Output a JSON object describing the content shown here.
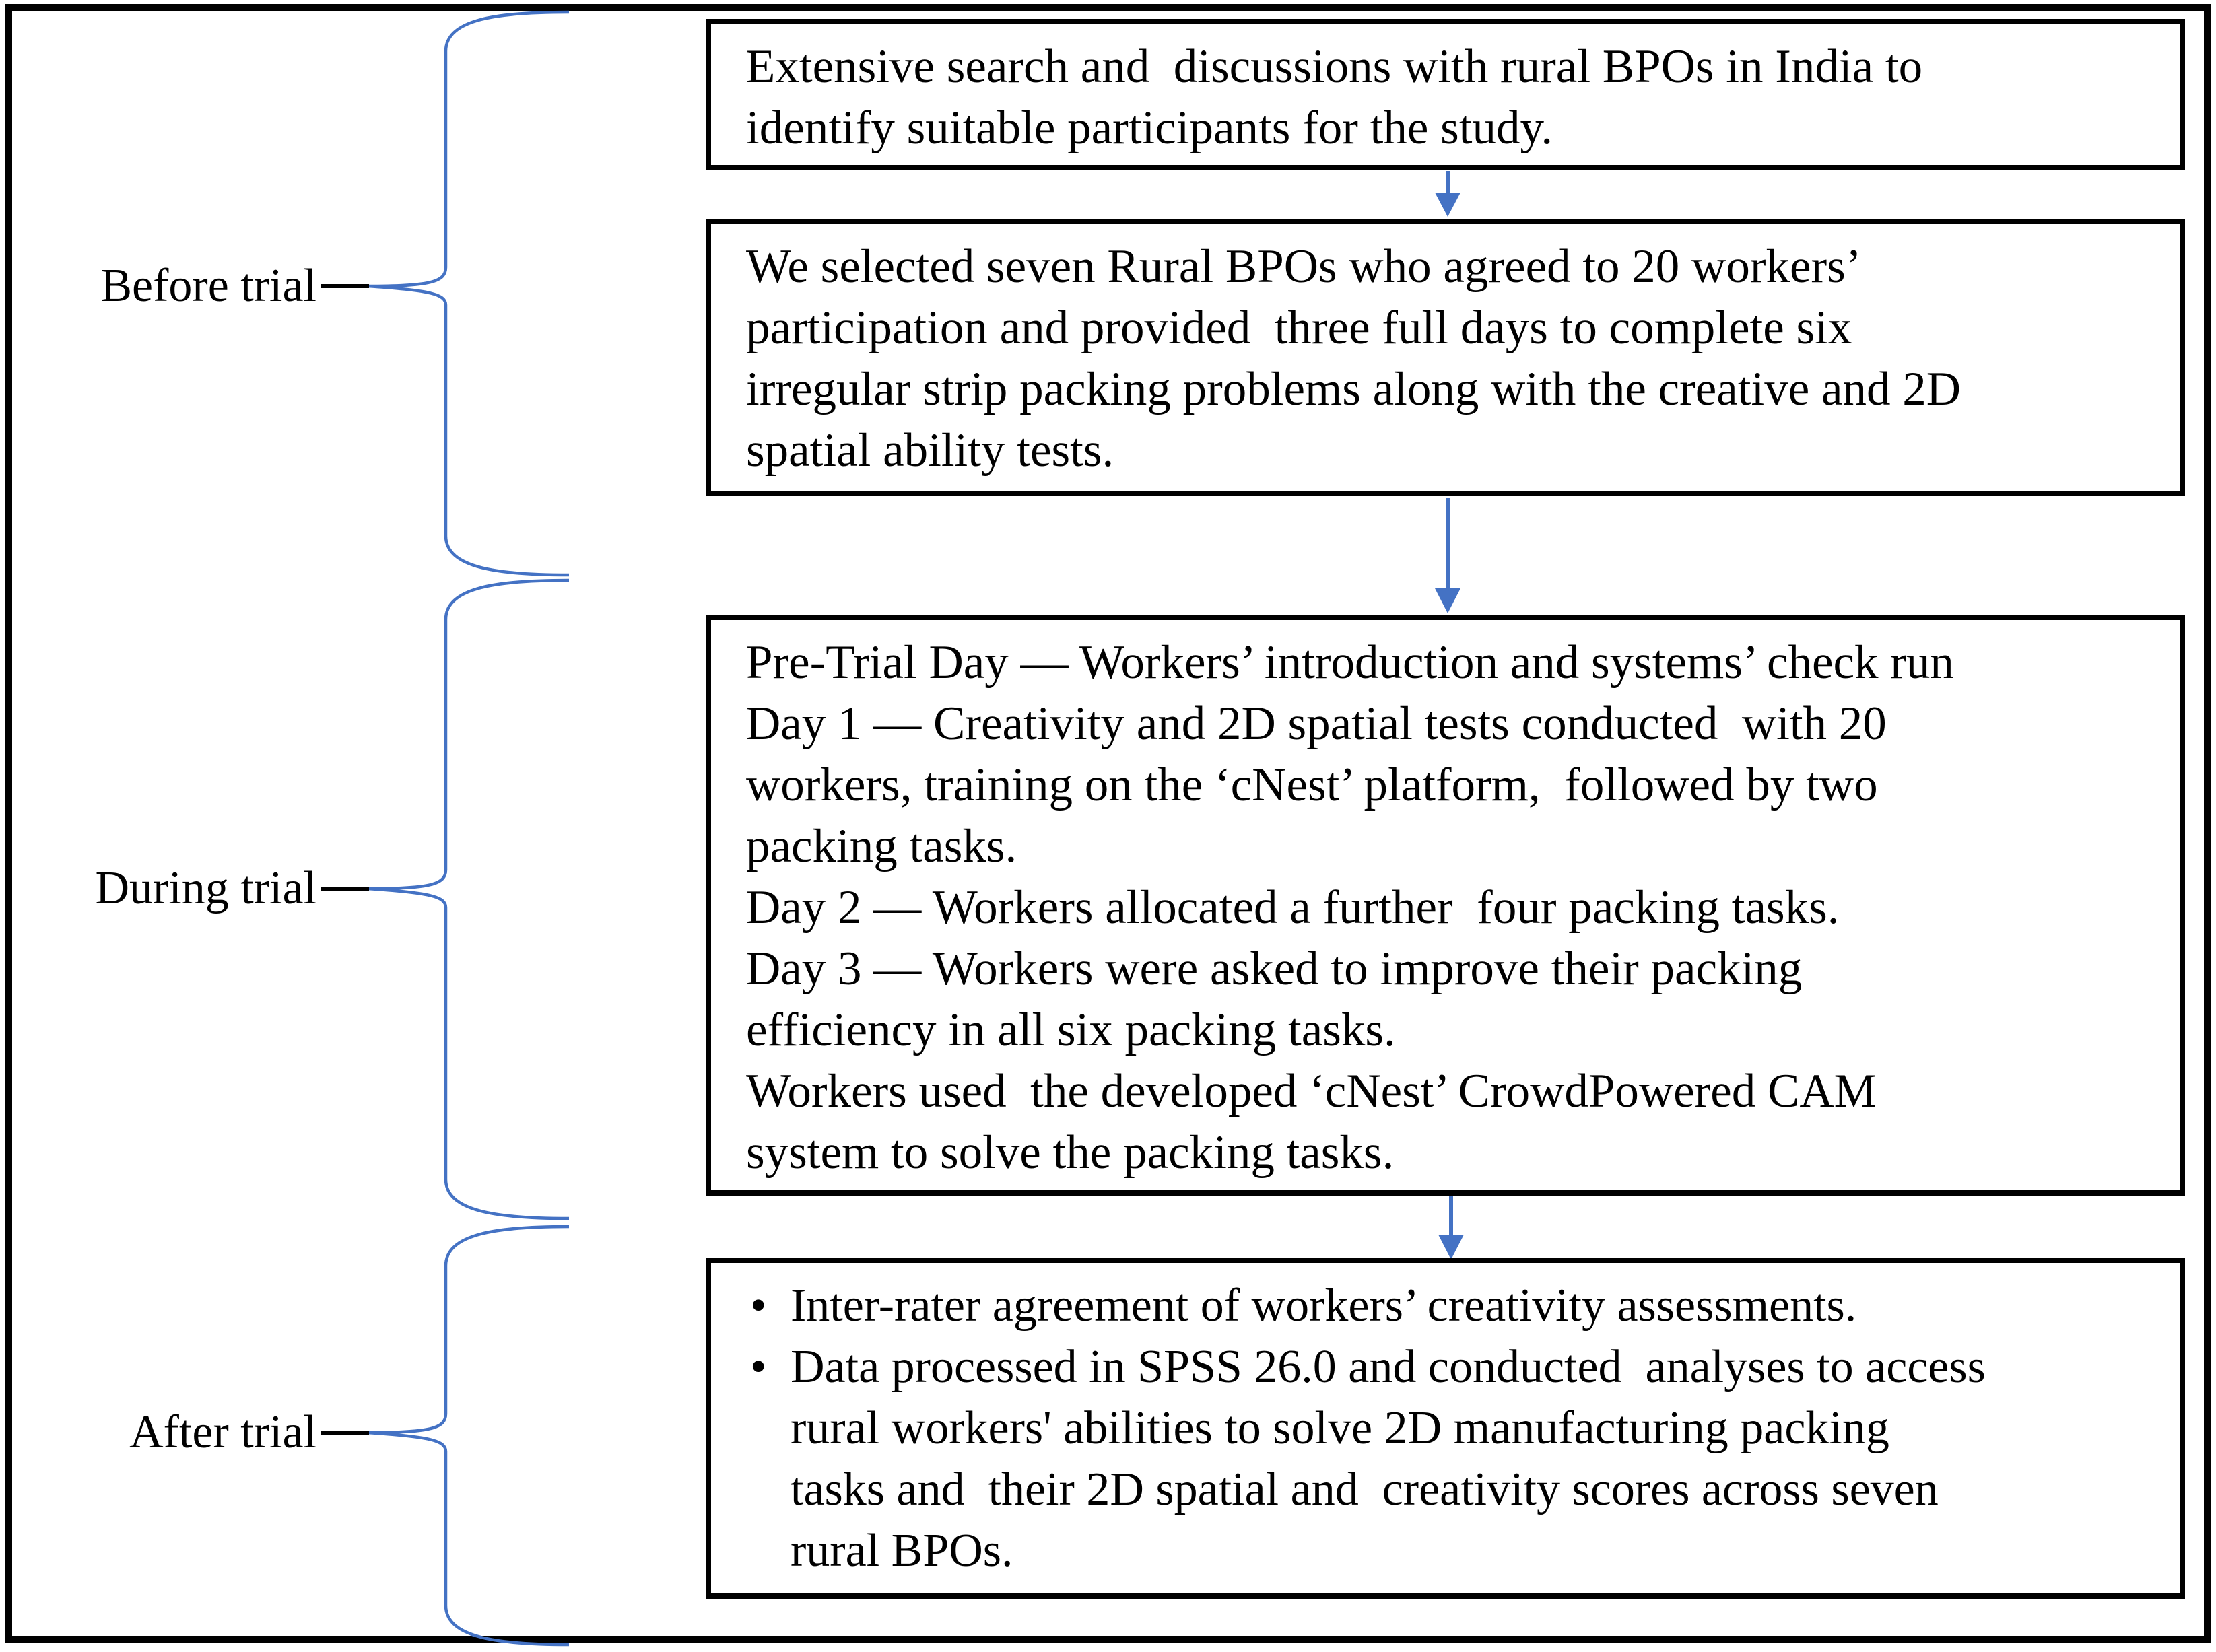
{
  "colors": {
    "accent_blue": "#4472C4",
    "text_black": "#000000",
    "border_black": "#000000",
    "background": "#FFFFFF"
  },
  "phase_labels": [
    {
      "id": "before",
      "text": "Before trial"
    },
    {
      "id": "during",
      "text": "During trial"
    },
    {
      "id": "after",
      "text": "After trial"
    }
  ],
  "boxes": [
    {
      "id": "participant-search",
      "lines": [
        "Extensive search and  discussions with rural BPOs in India to",
        "identify suitable participants for the study."
      ]
    },
    {
      "id": "bpo-selection",
      "lines": [
        "We selected seven Rural BPOs who agreed to 20 workers’",
        "participation and provided  three full days to complete six",
        "irregular strip packing problems along with the creative and 2D",
        "spatial ability tests."
      ]
    },
    {
      "id": "trial-days",
      "lines": [
        "Pre-Trial Day — Workers’ introduction and systems’ check run",
        "Day 1 — Creativity and 2D spatial tests conducted  with 20",
        "workers, training on the ‘cNest’ platform,  followed by two",
        "packing tasks.",
        "Day 2 — Workers allocated a further  four packing tasks.",
        "Day 3 — Workers were asked to improve their packing",
        "efficiency in all six packing tasks.",
        "Workers used  the developed ‘cNest’ CrowdPowered CAM",
        "system to solve the packing tasks."
      ]
    },
    {
      "id": "analysis",
      "bullets": [
        {
          "lines": [
            "Inter-rater agreement of workers’ creativity assessments."
          ]
        },
        {
          "lines": [
            "Data processed in SPSS 26.0 and conducted  analyses to access",
            "rural workers' abilities to solve 2D manufacturing packing",
            "tasks and  their 2D spatial and  creativity scores across seven",
            "rural BPOs."
          ]
        }
      ]
    }
  ],
  "icons": {
    "down_arrow": "arrow-down-icon",
    "brace": "curly-brace-icon",
    "bullet": "bullet-icon"
  }
}
